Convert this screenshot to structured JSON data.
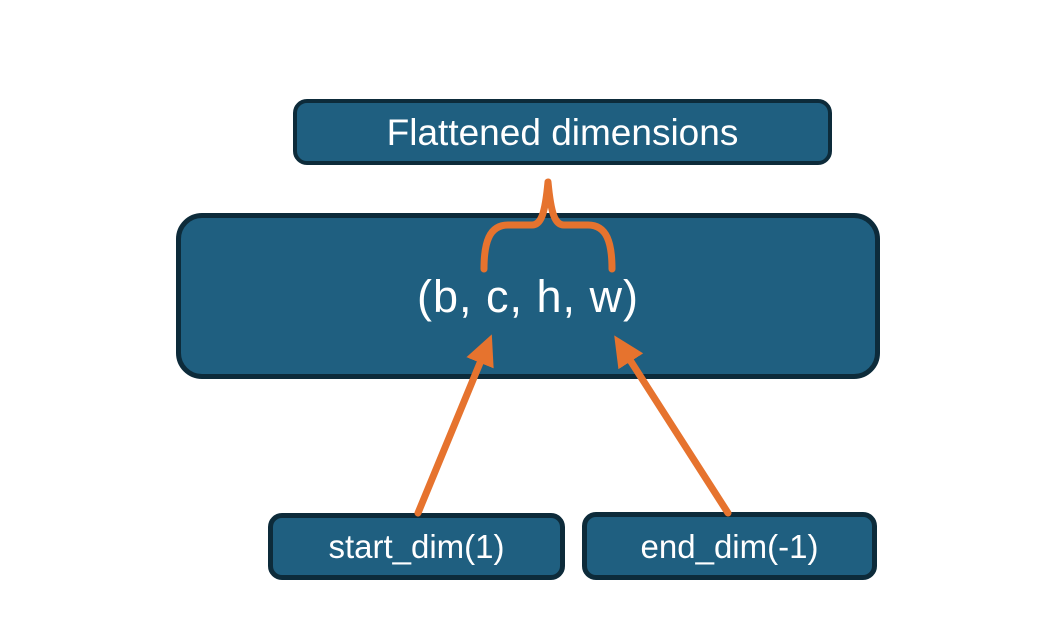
{
  "diagram": {
    "colors": {
      "box_fill": "#1F5F80",
      "box_border": "#0D2B3A",
      "accent_orange": "#E6732E",
      "text": "#FFFFFF",
      "background": "#FFFFFF"
    },
    "nodes": {
      "flattened": {
        "label": "Flattened dimensions"
      },
      "tensor": {
        "label": "(b, c, h, w)"
      },
      "start_dim": {
        "label": "start_dim(1)"
      },
      "end_dim": {
        "label": "end_dim(-1)"
      }
    },
    "connectors": {
      "brace": "curly-brace-pointing-up",
      "left_arrow": "arrow-from-start-dim-to-c",
      "right_arrow": "arrow-from-end-dim-to-w"
    }
  }
}
